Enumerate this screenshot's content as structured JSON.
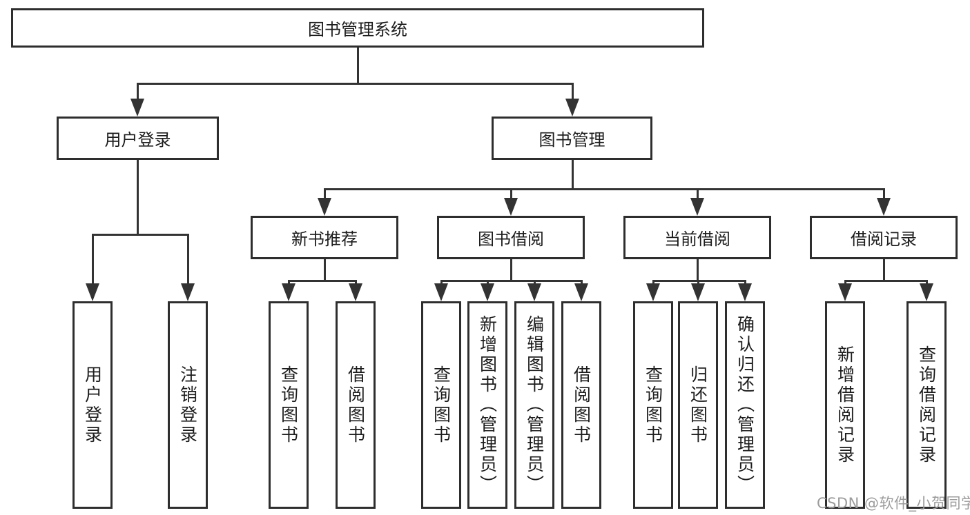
{
  "diagram": {
    "title": "图书管理系统",
    "modules": {
      "user_login": "用户登录",
      "book_management": "图书管理"
    },
    "submodules": {
      "new_book": "新书推荐",
      "book_borrow": "图书借阅",
      "current_borrow": "当前借阅",
      "borrow_record": "借阅记录"
    },
    "functions": {
      "user_login": [
        "用户登录",
        "注销登录"
      ],
      "new_book": [
        "查询图书",
        "借阅图书"
      ],
      "book_borrow": [
        "查询图书",
        "新增图书（管理员）",
        "编辑图书（管理员）",
        "借阅图书"
      ],
      "current_borrow": [
        "查询图书",
        "归还图书",
        "确认归还（管理员）"
      ],
      "borrow_record": [
        "新增借阅记录",
        "查询借阅记录"
      ]
    },
    "colors": {
      "line": "#333333",
      "box_border": "#2e2e2e",
      "text": "#1d1d1d",
      "background": "#ffffff",
      "watermark": "#9c9c9c"
    }
  },
  "watermark": {
    "text": "CSDN @软件_小贺同学"
  }
}
